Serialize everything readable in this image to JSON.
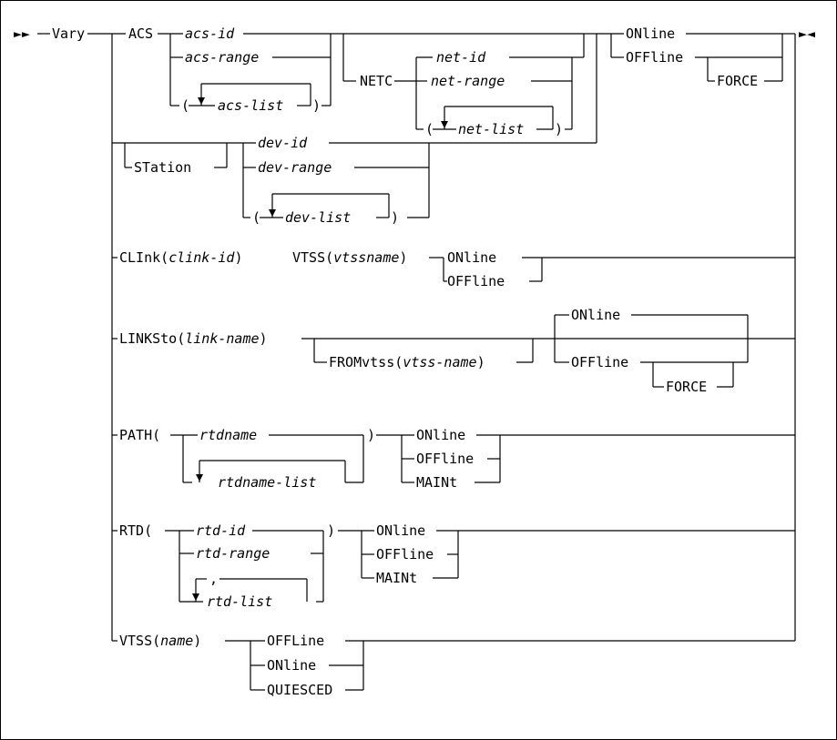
{
  "start_marker": "►►",
  "end_marker": "►◄",
  "command": "Vary",
  "acs": {
    "keyword": "ACS",
    "id": "acs-id",
    "range": "acs-range",
    "list_open": "(",
    "list": "acs-list",
    "list_close": ")"
  },
  "netc": {
    "keyword": "NETC",
    "id": "net-id",
    "range": "net-range",
    "list_open": "(",
    "list": "net-list",
    "list_close": ")"
  },
  "acs_state": {
    "online": "ONline",
    "offline": "OFFline",
    "force": "FORCE"
  },
  "station": {
    "keyword": "STation",
    "id": "dev-id",
    "range": "dev-range",
    "list_open": "(",
    "list": "dev-list",
    "list_close": ")"
  },
  "clink": {
    "keyword": "CLInk(",
    "param": "clink-id",
    "close": ")",
    "vtss_keyword": "VTSS(",
    "vtss_param": "vtssname",
    "vtss_close": ")",
    "online": "ONline",
    "offline": "OFFline"
  },
  "linksto": {
    "keyword": "LINKSto(",
    "param": "link-name",
    "close": ")",
    "from_keyword": "FROMvtss(",
    "from_param": "vtss-name",
    "from_close": ")",
    "online": "ONline",
    "offline": "OFFline",
    "force": "FORCE"
  },
  "path": {
    "keyword": "PATH(",
    "param": "rtdname",
    "list": "rtdname-list",
    "close": ")",
    "online": "ONline",
    "offline": "OFFline",
    "maint": "MAINt"
  },
  "rtd": {
    "keyword": "RTD(",
    "id": "rtd-id",
    "range": "rtd-range",
    "separator": ",",
    "list": "rtd-list",
    "close": ")",
    "online": "ONline",
    "offline": "OFFline",
    "maint": "MAINt"
  },
  "vtss": {
    "keyword": "VTSS(",
    "param": "name",
    "close": ")",
    "offline": "OFFLine",
    "online": "ONline",
    "quiesced": "QUIESCED"
  }
}
